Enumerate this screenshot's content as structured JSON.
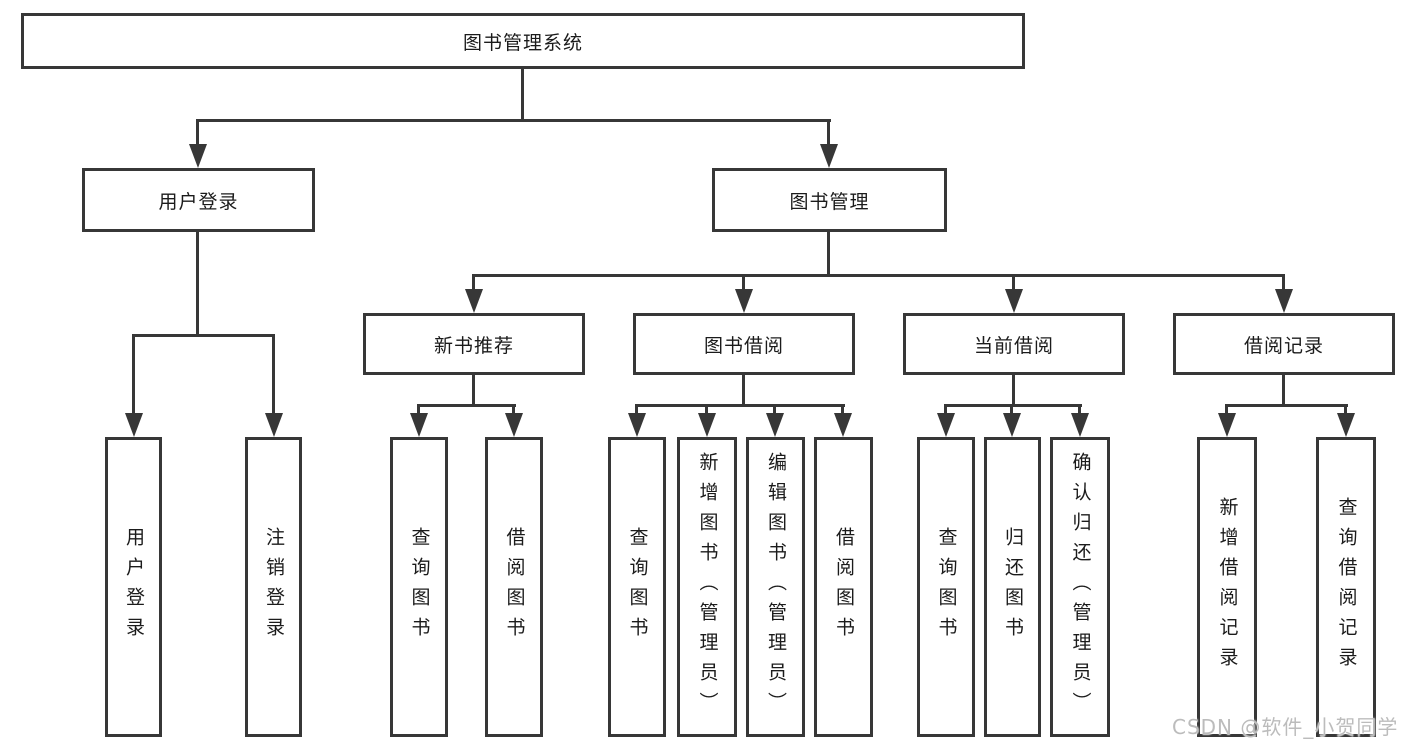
{
  "page": {
    "background": "#ffffff",
    "line_color": "#373737",
    "text_color": "#1b1b1b"
  },
  "diagram": {
    "root": {
      "label": "图书管理系统"
    },
    "branches": [
      {
        "label": "用户登录",
        "children": [
          {
            "label": "用户登录"
          },
          {
            "label": "注销登录"
          }
        ]
      },
      {
        "label": "图书管理",
        "children": [
          {
            "label": "新书推荐",
            "children": [
              {
                "label": "查询图书"
              },
              {
                "label": "借阅图书"
              }
            ]
          },
          {
            "label": "图书借阅",
            "children": [
              {
                "label": "查询图书"
              },
              {
                "label": "新增图书（管理员）"
              },
              {
                "label": "编辑图书（管理员）"
              },
              {
                "label": "借阅图书"
              }
            ]
          },
          {
            "label": "当前借阅",
            "children": [
              {
                "label": "查询图书"
              },
              {
                "label": "归还图书"
              },
              {
                "label": "确认归还（管理员）"
              }
            ]
          },
          {
            "label": "借阅记录",
            "children": [
              {
                "label": "新增借阅记录"
              },
              {
                "label": "查询借阅记录"
              }
            ]
          }
        ]
      }
    ]
  },
  "watermark": {
    "text": "CSDN @软件_小贺同学",
    "color": "#bcbcbc"
  }
}
